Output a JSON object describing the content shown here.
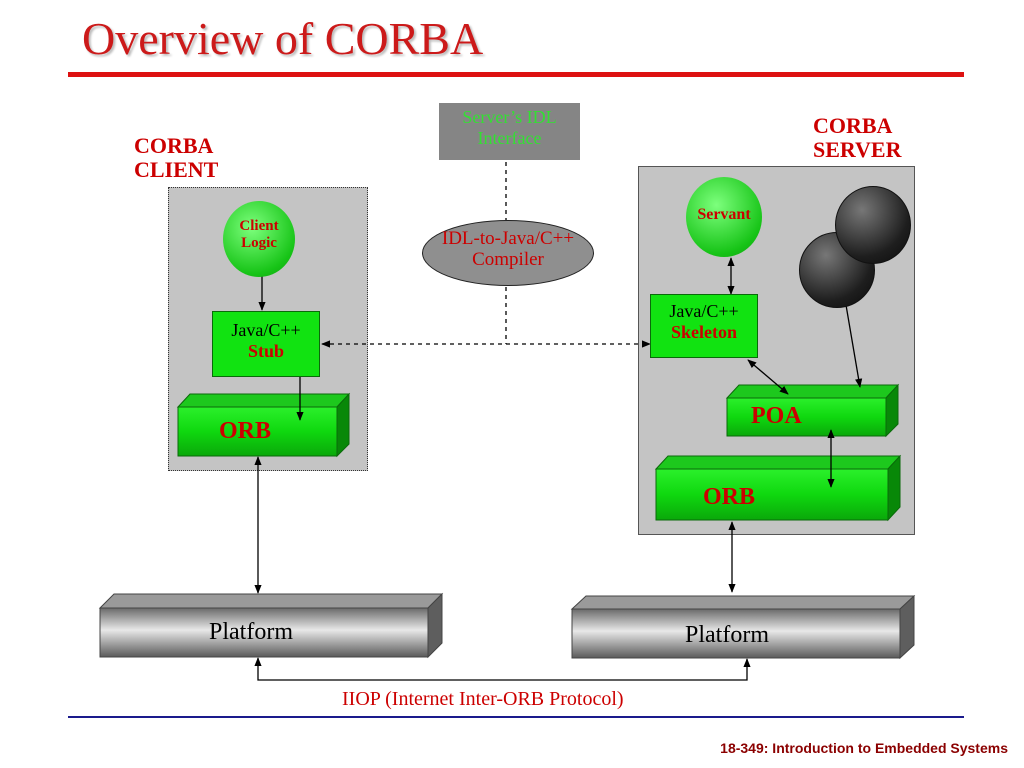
{
  "slide": {
    "title": "Overview of CORBA",
    "footer": "18-349: Introduction to Embedded Systems"
  },
  "client": {
    "heading_line1": "CORBA",
    "heading_line2": "CLIENT",
    "logic_line1": "Client",
    "logic_line2": "Logic",
    "stub_line1": "Java/C++",
    "stub_line2": "Stub",
    "orb": "ORB",
    "platform": "Platform"
  },
  "server": {
    "heading_line1": "CORBA",
    "heading_line2": "SERVER",
    "servant": "Servant",
    "skeleton_line1": "Java/C++",
    "skeleton_line2": "Skeleton",
    "poa": "POA",
    "orb": "ORB",
    "platform": "Platform"
  },
  "idl": {
    "interface_line1": "Server’s IDL",
    "interface_line2": "Interface",
    "compiler_line1": "IDL-to-Java/C++",
    "compiler_line2": "Compiler"
  },
  "protocol": {
    "label": "IIOP (Internet Inter-ORB Protocol)"
  },
  "colors": {
    "title": "#cc1a1a",
    "label_red": "#cc0000",
    "component_green": "#11e311",
    "panel_gray": "#c4c4c4",
    "rule_red": "#dd1111",
    "rule_blue": "#1a1a8c"
  }
}
